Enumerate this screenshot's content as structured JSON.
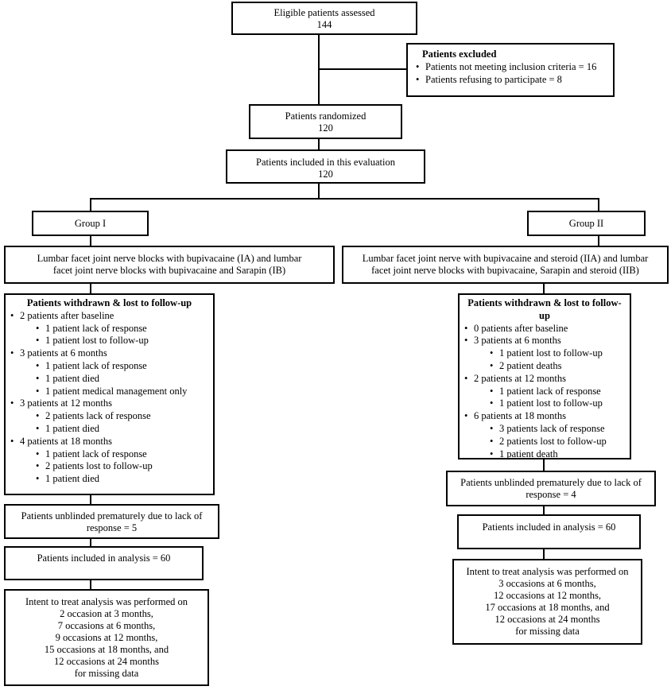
{
  "eligible": {
    "label": "Eligible patients assessed",
    "count": "144"
  },
  "excluded": {
    "title": "Patients excluded",
    "items": [
      "Patients not meeting inclusion criteria = 16",
      "Patients refusing to participate = 8"
    ]
  },
  "randomized": {
    "label": "Patients randomized",
    "count": "120"
  },
  "included": {
    "label": "Patients included in this evaluation",
    "count": "120"
  },
  "group1": {
    "name": "Group I",
    "treatment": [
      "Lumbar facet joint nerve blocks with bupivacaine (IA) and lumbar",
      "facet joint nerve blocks with bupivacaine and Sarapin (IB)"
    ],
    "withdrawn_title": "Patients withdrawn & lost to follow-up",
    "withdrawn": [
      {
        "text": "2 patients after baseline",
        "level": 1
      },
      {
        "text": "1 patient lack of response",
        "level": 2
      },
      {
        "text": "1 patient lost to follow-up",
        "level": 2
      },
      {
        "text": "3 patients at 6 months",
        "level": 1
      },
      {
        "text": "1 patient lack of response",
        "level": 2
      },
      {
        "text": "1 patient died",
        "level": 2
      },
      {
        "text": "1 patient medical management only",
        "level": 2
      },
      {
        "text": "3 patients at 12 months",
        "level": 1
      },
      {
        "text": "2 patients lack of response",
        "level": 2
      },
      {
        "text": "1 patient died",
        "level": 2
      },
      {
        "text": "4 patients at 18 months",
        "level": 1
      },
      {
        "text": "1 patient lack of response",
        "level": 2
      },
      {
        "text": "2 patients lost to follow-up",
        "level": 2
      },
      {
        "text": "1 patient died",
        "level": 2
      }
    ],
    "unblinded": [
      "Patients unblinded prematurely due to lack of",
      "response = 5"
    ],
    "analysis": "Patients included in analysis = 60",
    "itt": [
      "Intent to treat analysis was performed on",
      "2 occasion at 3 months,",
      "7 occasions at 6 months,",
      "9 occasions at 12 months,",
      "15 occasions at 18 months, and",
      "12 occasions at 24 months",
      "for missing data"
    ]
  },
  "group2": {
    "name": "Group II",
    "treatment": [
      "Lumbar facet joint nerve with bupivacaine and steroid (IIA) and lumbar",
      "facet joint nerve blocks with bupivacaine, Sarapin and steroid (IIB)"
    ],
    "withdrawn_title": "Patients withdrawn & lost to follow-up",
    "withdrawn": [
      {
        "text": "0 patients after baseline",
        "level": 1
      },
      {
        "text": "3 patients at 6 months",
        "level": 1
      },
      {
        "text": "1 patient lost to follow-up",
        "level": 2
      },
      {
        "text": "2 patient deaths",
        "level": 2
      },
      {
        "text": "2 patients at 12 months",
        "level": 1
      },
      {
        "text": "1 patient lack of response",
        "level": 2
      },
      {
        "text": "1 patient lost to follow-up",
        "level": 2
      },
      {
        "text": "6 patients at 18 months",
        "level": 1
      },
      {
        "text": "3 patients lack of response",
        "level": 2
      },
      {
        "text": "2 patients lost to follow-up",
        "level": 2
      },
      {
        "text": "1 patient death",
        "level": 2
      }
    ],
    "unblinded": [
      "Patients unblinded prematurely due to lack of",
      "response = 4"
    ],
    "analysis": "Patients included in analysis = 60",
    "itt": [
      "Intent to treat analysis was performed on",
      "3 occasions at 6 months,",
      "12 occasions at 12 months,",
      "17 occasions at 18 months, and",
      "12 occasions at 24 months",
      "for missing data"
    ]
  }
}
